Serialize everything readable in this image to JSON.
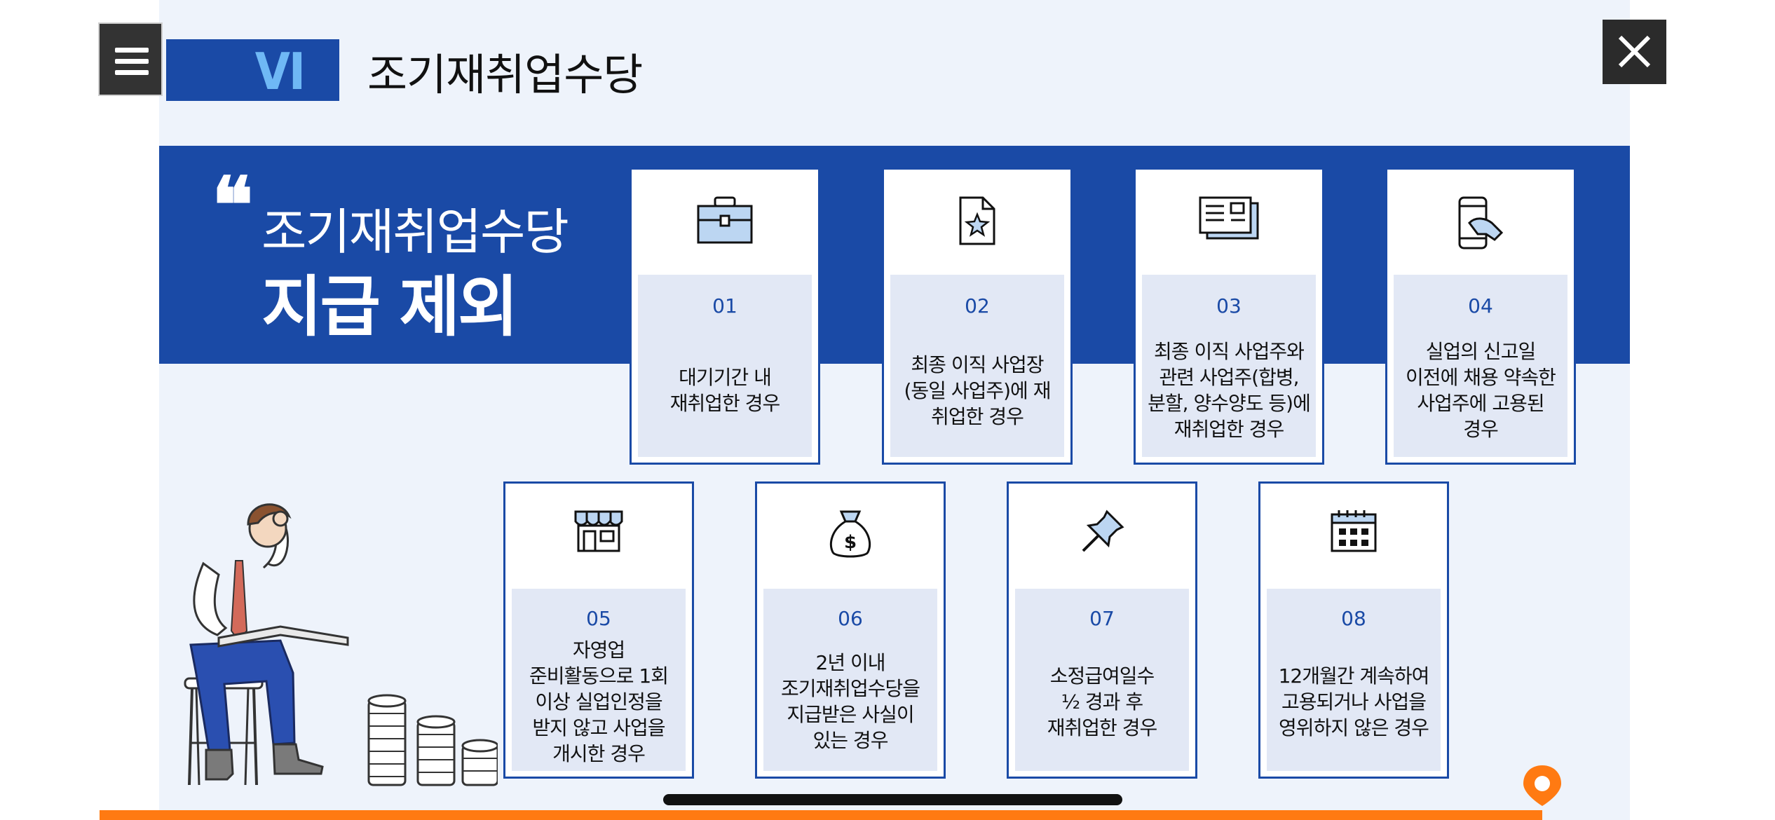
{
  "header": {
    "section_numeral": "VI",
    "section_title": "조기재취업수당"
  },
  "banner": {
    "quote_mark": "❝",
    "title_line1": "조기재취업수당",
    "title_line2": "지급 제외"
  },
  "cards": [
    {
      "num": "01",
      "icon": "briefcase-icon",
      "text": "대기기간 내\n재취업한 경우"
    },
    {
      "num": "02",
      "icon": "star-document-icon",
      "text": "최종 이직 사업장\n(동일 사업주)에 재\n취업한 경우"
    },
    {
      "num": "03",
      "icon": "documents-icon",
      "text": "최종 이직 사업주와\n관련 사업주(합병,\n분할, 양수양도 등)에\n재취업한 경우"
    },
    {
      "num": "04",
      "icon": "smartphone-hand-icon",
      "text": "실업의 신고일\n이전에 채용 약속한\n사업주에 고용된\n경우"
    },
    {
      "num": "05",
      "icon": "storefront-icon",
      "text": "자영업\n준비활동으로 1회\n이상 실업인정을\n받지 않고 사업을\n개시한 경우"
    },
    {
      "num": "06",
      "icon": "money-bag-icon",
      "text": "2년 이내\n조기재취업수당을\n지급받은 사실이\n있는 경우"
    },
    {
      "num": "07",
      "icon": "pushpin-icon",
      "text": "소정급여일수\n½ 경과 후\n재취업한 경우"
    },
    {
      "num": "08",
      "icon": "calendar-icon",
      "text": "12개월간 계속하여\n고용되거나 사업을\n영위하지 않은 경우"
    }
  ],
  "colors": {
    "brand_blue": "#1a4aa6",
    "accent_light_blue": "#6fb8f5",
    "slide_bg": "#eef3fb",
    "card_lower_bg": "#e2e8f5",
    "bottom_bar": "#ff7a12"
  }
}
